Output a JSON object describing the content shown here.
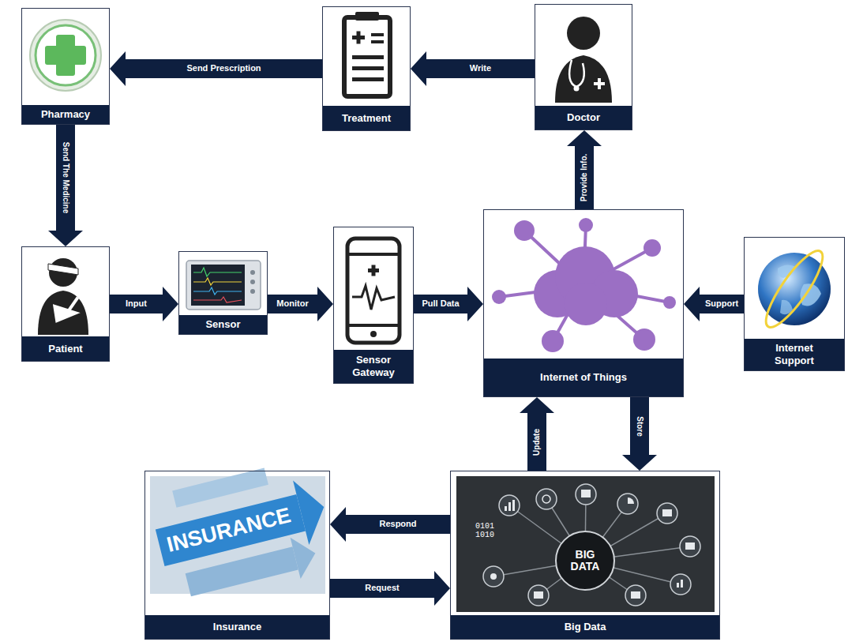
{
  "diagram": {
    "nodes": [
      {
        "text": [
          "Pharmacy"
        ]
      },
      {
        "text": [
          "Treatment"
        ]
      },
      {
        "text": [
          "Doctor"
        ]
      },
      {
        "text": [
          "Patient"
        ]
      },
      {
        "text": [
          "Sensor"
        ]
      },
      {
        "text": [
          "Sensor Gateway"
        ]
      },
      {
        "text": [
          "Internet of Things"
        ]
      },
      {
        "text": [
          "Internet Support"
        ]
      },
      {
        "text": [
          "Insurance"
        ]
      },
      {
        "text": [
          "Big Data"
        ]
      }
    ],
    "edges": [
      {
        "from": 2,
        "to": 1,
        "label": "Write",
        "arrow": "to"
      },
      {
        "from": 1,
        "to": 0,
        "label": "Send Prescription",
        "arrow": "to"
      },
      {
        "from": 0,
        "to": 3,
        "label": "Send The Medicine",
        "arrow": "to"
      },
      {
        "from": 3,
        "to": 4,
        "label": "Input",
        "arrow": "to"
      },
      {
        "from": 4,
        "to": 5,
        "label": "Monitor",
        "arrow": "to"
      },
      {
        "from": 5,
        "to": 6,
        "label": "Pull Data",
        "arrow": "to"
      },
      {
        "from": 6,
        "to": 2,
        "label": "Provide Info.",
        "arrow": "to"
      },
      {
        "from": 7,
        "to": 6,
        "label": "Support",
        "arrow": "to"
      },
      {
        "from": 6,
        "to": 9,
        "label": "Store",
        "arrow": "to"
      },
      {
        "from": 9,
        "to": 6,
        "label": "Update",
        "arrow": "to"
      },
      {
        "from": 9,
        "to": 8,
        "label": "Respond",
        "arrow": "to"
      },
      {
        "from": 8,
        "to": 9,
        "label": "Request",
        "arrow": "to"
      }
    ],
    "labels": [
      "INSURANCE",
      "0101 1010",
      "BIG DATA"
    ]
  }
}
